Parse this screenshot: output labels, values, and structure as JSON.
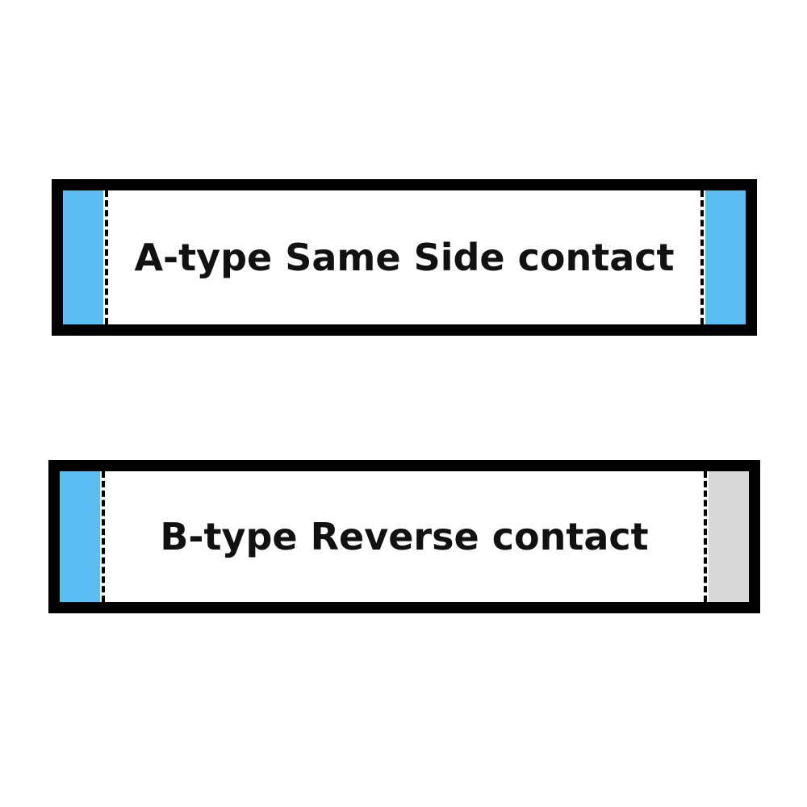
{
  "colors": {
    "outline": "#000000",
    "contact_exposed": "#5bbef3",
    "contact_covered": "#d8d8d8",
    "background": "#ffffff"
  },
  "cables": [
    {
      "id": "a-type",
      "label": "A-type Same Side contact",
      "left_end": "contact_exposed",
      "right_end": "contact_exposed"
    },
    {
      "id": "b-type",
      "label": "B-type Reverse contact",
      "left_end": "contact_exposed",
      "right_end": "contact_covered"
    }
  ]
}
